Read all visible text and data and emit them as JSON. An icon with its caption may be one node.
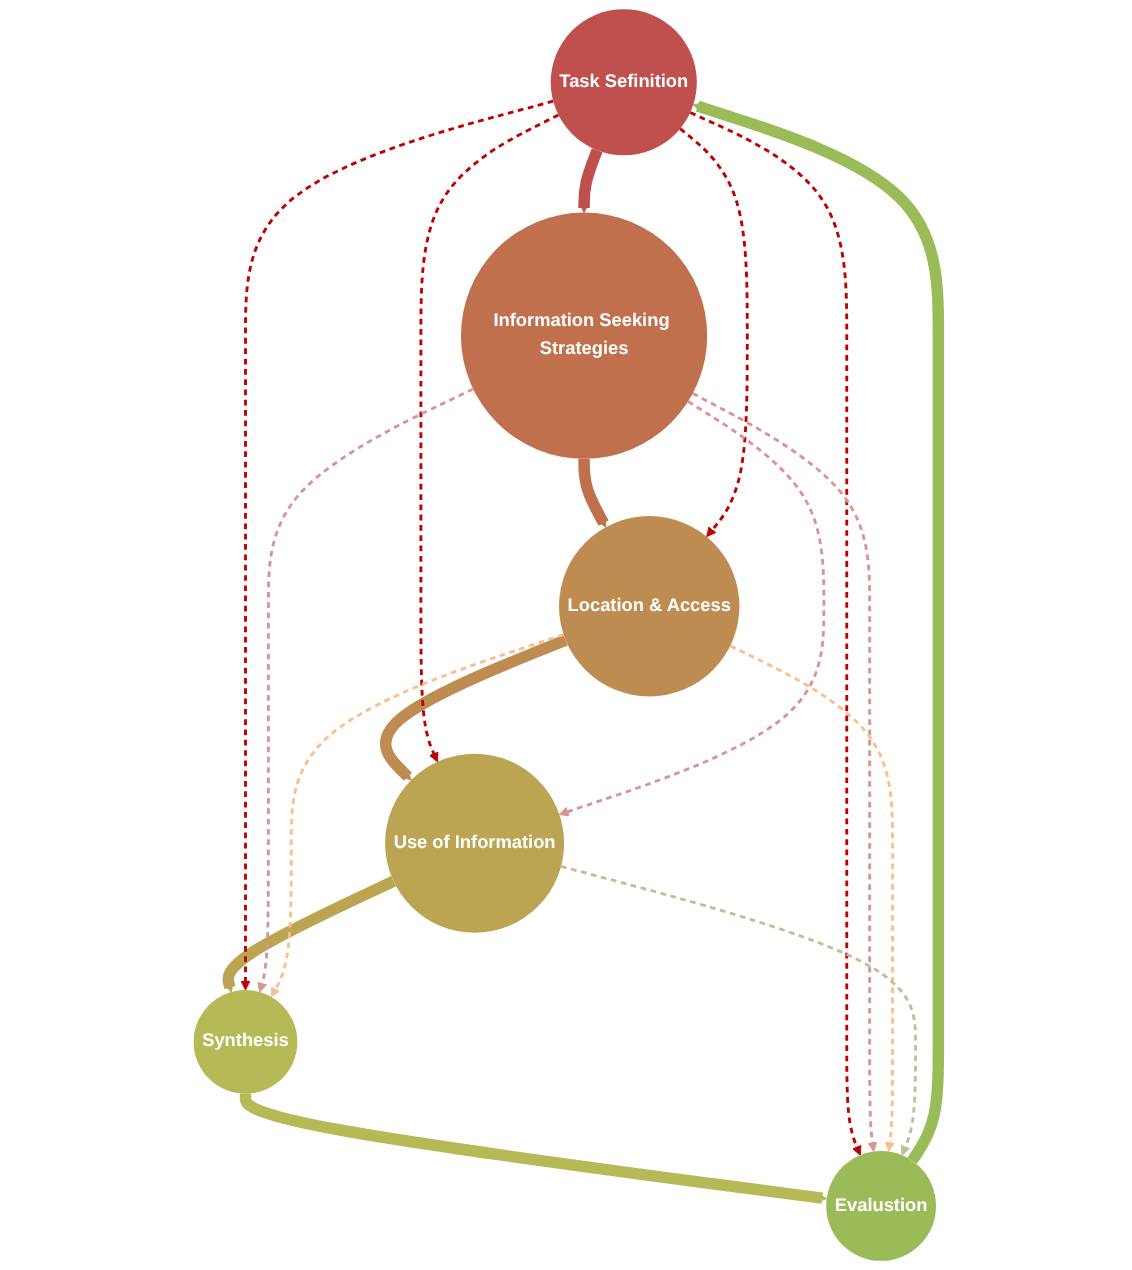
{
  "diagram": {
    "nodes": [
      {
        "text": [
          "Task Sefinition"
        ]
      },
      {
        "text": [
          "Information Seeking Strategies"
        ]
      },
      {
        "text": [
          "Location & Access"
        ]
      },
      {
        "text": [
          "Use of Information"
        ]
      },
      {
        "text": [
          "Synthesis"
        ]
      },
      {
        "text": [
          "Evalustion"
        ]
      }
    ],
    "edges": [
      {
        "from": 0,
        "to": 1,
        "arrow": "to",
        "style": "thick",
        "color": "#c0504d"
      },
      {
        "from": 1,
        "to": 2,
        "arrow": "to",
        "style": "thick",
        "color": "#c0704d"
      },
      {
        "from": 2,
        "to": 3,
        "arrow": "to",
        "style": "thick",
        "color": "#be8b51"
      },
      {
        "from": 3,
        "to": 4,
        "arrow": "to",
        "style": "thick",
        "color": "#bca552"
      },
      {
        "from": 4,
        "to": 5,
        "arrow": "to",
        "style": "thick",
        "color": "#b5b956"
      },
      {
        "from": 5,
        "to": 0,
        "arrow": "to",
        "style": "thick",
        "color": "#9bbb59"
      },
      {
        "from": 0,
        "to": 5,
        "arrow": "to",
        "style": "dashed",
        "color": "#c00000"
      },
      {
        "from": 0,
        "to": 4,
        "arrow": "to",
        "style": "dashed",
        "color": "#c00000"
      },
      {
        "from": 0,
        "to": 3,
        "arrow": "to",
        "style": "dashed",
        "color": "#c00000"
      },
      {
        "from": 0,
        "to": 2,
        "arrow": "to",
        "style": "dashed",
        "color": "#c00000"
      },
      {
        "from": 1,
        "to": 5,
        "arrow": "to",
        "style": "dashed",
        "color": "#d99594"
      },
      {
        "from": 1,
        "to": 4,
        "arrow": "to",
        "style": "dashed",
        "color": "#d99594"
      },
      {
        "from": 1,
        "to": 3,
        "arrow": "to",
        "style": "dashed",
        "color": "#d99594"
      },
      {
        "from": 2,
        "to": 5,
        "arrow": "to",
        "style": "dashed",
        "color": "#fabf8f"
      },
      {
        "from": 2,
        "to": 4,
        "arrow": "to",
        "style": "dashed",
        "color": "#fabf8f"
      },
      {
        "from": 3,
        "to": 5,
        "arrow": "to",
        "style": "dashed",
        "color": "#c4bd97"
      }
    ]
  }
}
